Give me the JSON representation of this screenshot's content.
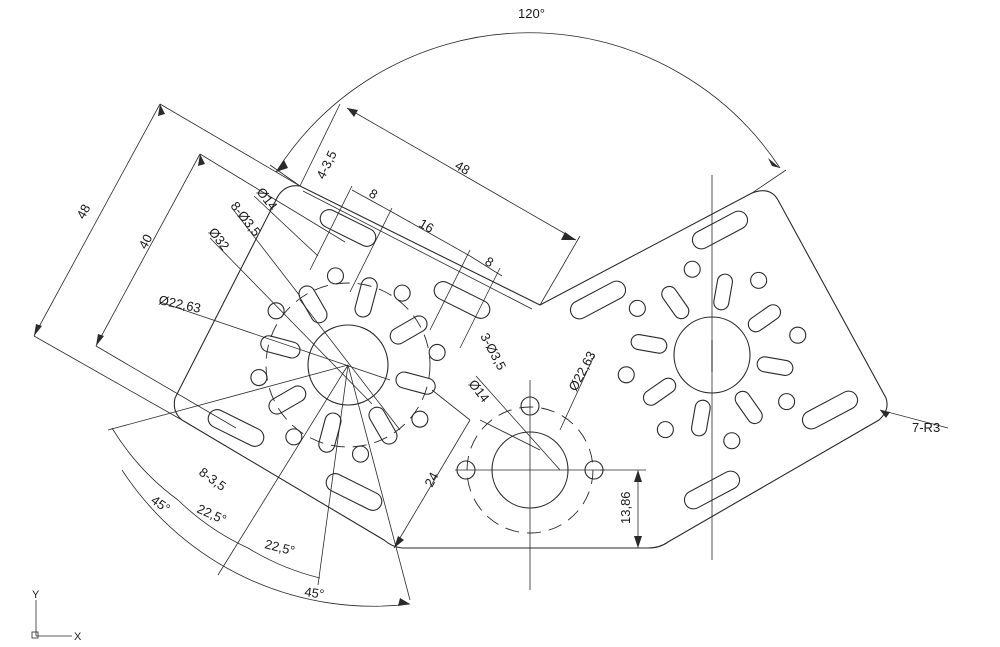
{
  "drawing": {
    "dimensions": {
      "angle_top": "120°",
      "d48_top": "48",
      "d4_3_5": "4-3,5",
      "d8_a": "8",
      "d16": "16",
      "d8_b": "8",
      "dia14_left": "Ø14",
      "dia8_3_5": "8-Ø3,5",
      "dia32": "Ø32",
      "dia22_63_left": "Ø22,63",
      "d48_left": "48",
      "d40_left": "40",
      "dia3_3_5": "3-Ø3,5",
      "dia22_63_right": "Ø22,63",
      "dia14_mid": "Ø14",
      "d24": "24",
      "d13_86": "13,86",
      "r7_r3": "7-R3",
      "d8_3_5_bottom": "8-3,5",
      "angle45_a": "45°",
      "angle22_5_a": "22,5°",
      "angle22_5_b": "22,5°",
      "angle45_b": "45°"
    },
    "ucs": {
      "x_label": "X",
      "y_label": "Y"
    }
  }
}
